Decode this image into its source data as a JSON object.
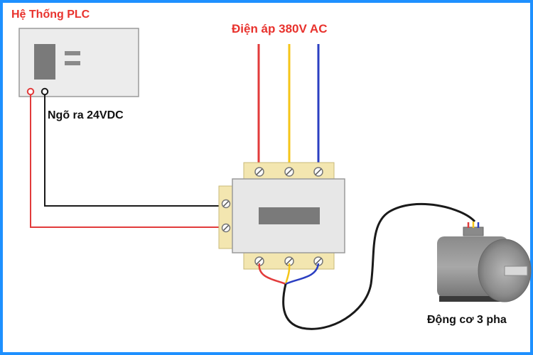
{
  "labels": {
    "plc_title": "Hệ Thống PLC",
    "supply_title": "Điện áp 380V AC",
    "plc_output": "Ngõ ra 24VDC",
    "motor": "Động cơ 3 pha"
  },
  "colors": {
    "frame": "#1e90ff",
    "title_red": "#e8322d",
    "wire_red": "#e23b3b",
    "wire_yellow": "#f5c518",
    "wire_blue": "#2b3fc2",
    "wire_black": "#1a1a1a",
    "terminal_block": "#f3e6b0",
    "device_body": "#e7e7e7"
  }
}
